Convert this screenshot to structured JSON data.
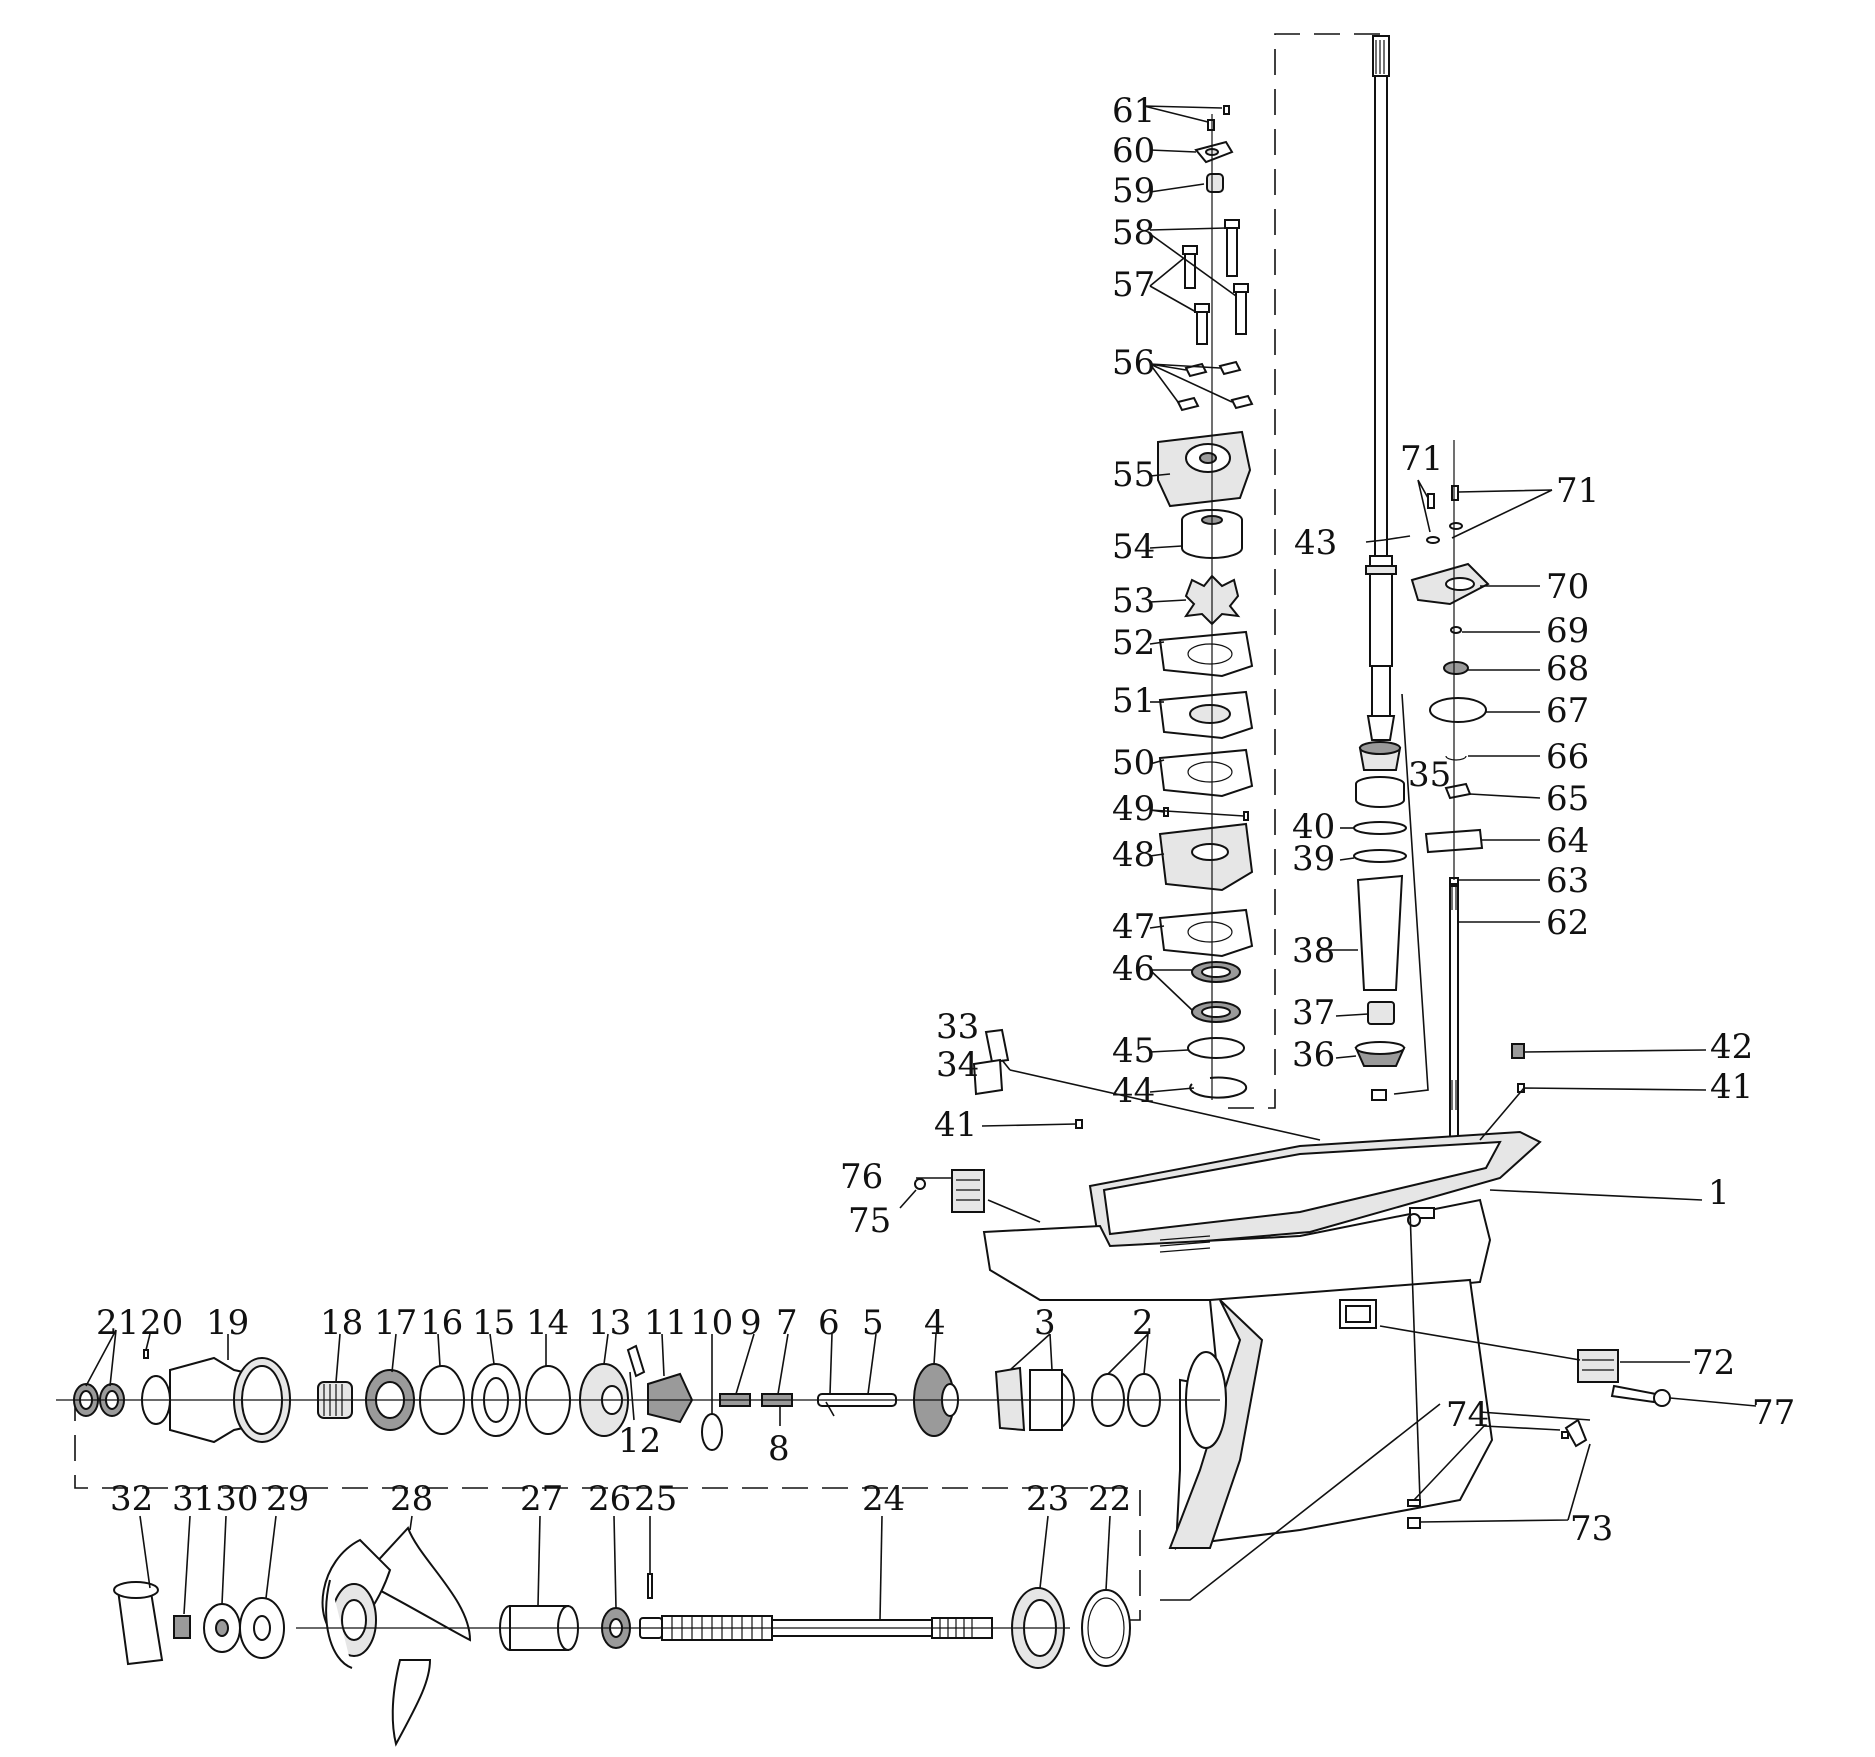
{
  "diagram": {
    "type": "exploded-parts-diagram",
    "callouts": [
      {
        "id": "c1",
        "text": "1"
      },
      {
        "id": "c2",
        "text": "2"
      },
      {
        "id": "c3",
        "text": "3"
      },
      {
        "id": "c4",
        "text": "4"
      },
      {
        "id": "c5",
        "text": "5"
      },
      {
        "id": "c6",
        "text": "6"
      },
      {
        "id": "c7",
        "text": "7"
      },
      {
        "id": "c8",
        "text": "8"
      },
      {
        "id": "c9",
        "text": "9"
      },
      {
        "id": "c10",
        "text": "10"
      },
      {
        "id": "c11",
        "text": "11"
      },
      {
        "id": "c12",
        "text": "12"
      },
      {
        "id": "c13",
        "text": "13"
      },
      {
        "id": "c14",
        "text": "14"
      },
      {
        "id": "c15",
        "text": "15"
      },
      {
        "id": "c16",
        "text": "16"
      },
      {
        "id": "c17",
        "text": "17"
      },
      {
        "id": "c18",
        "text": "18"
      },
      {
        "id": "c19",
        "text": "19"
      },
      {
        "id": "c20",
        "text": "20"
      },
      {
        "id": "c21",
        "text": "21"
      },
      {
        "id": "c22",
        "text": "22"
      },
      {
        "id": "c23",
        "text": "23"
      },
      {
        "id": "c24",
        "text": "24"
      },
      {
        "id": "c25",
        "text": "25"
      },
      {
        "id": "c26",
        "text": "26"
      },
      {
        "id": "c27",
        "text": "27"
      },
      {
        "id": "c28",
        "text": "28"
      },
      {
        "id": "c29",
        "text": "29"
      },
      {
        "id": "c3130",
        "text": "3130"
      },
      {
        "id": "c32",
        "text": "32"
      },
      {
        "id": "c33",
        "text": "33"
      },
      {
        "id": "c34",
        "text": "34"
      },
      {
        "id": "c35",
        "text": "35"
      },
      {
        "id": "c36",
        "text": "36"
      },
      {
        "id": "c37",
        "text": "37"
      },
      {
        "id": "c38",
        "text": "38"
      },
      {
        "id": "c39",
        "text": "39"
      },
      {
        "id": "c40",
        "text": "40"
      },
      {
        "id": "c41a",
        "text": "41"
      },
      {
        "id": "c41b",
        "text": "41"
      },
      {
        "id": "c42",
        "text": "42"
      },
      {
        "id": "c43",
        "text": "43"
      },
      {
        "id": "c44",
        "text": "44"
      },
      {
        "id": "c45",
        "text": "45"
      },
      {
        "id": "c46",
        "text": "46"
      },
      {
        "id": "c47",
        "text": "47"
      },
      {
        "id": "c48",
        "text": "48"
      },
      {
        "id": "c49",
        "text": "49"
      },
      {
        "id": "c50",
        "text": "50"
      },
      {
        "id": "c51",
        "text": "51"
      },
      {
        "id": "c52",
        "text": "52"
      },
      {
        "id": "c53",
        "text": "53"
      },
      {
        "id": "c54",
        "text": "54"
      },
      {
        "id": "c55",
        "text": "55"
      },
      {
        "id": "c56",
        "text": "56"
      },
      {
        "id": "c57",
        "text": "57"
      },
      {
        "id": "c58",
        "text": "58"
      },
      {
        "id": "c59",
        "text": "59"
      },
      {
        "id": "c60",
        "text": "60"
      },
      {
        "id": "c61",
        "text": "61"
      },
      {
        "id": "c62",
        "text": "62"
      },
      {
        "id": "c63",
        "text": "63"
      },
      {
        "id": "c64",
        "text": "64"
      },
      {
        "id": "c65",
        "text": "65"
      },
      {
        "id": "c66",
        "text": "66"
      },
      {
        "id": "c67",
        "text": "67"
      },
      {
        "id": "c68",
        "text": "68"
      },
      {
        "id": "c69",
        "text": "69"
      },
      {
        "id": "c70",
        "text": "70"
      },
      {
        "id": "c71a",
        "text": "71"
      },
      {
        "id": "c71b",
        "text": "71"
      },
      {
        "id": "c72",
        "text": "72"
      },
      {
        "id": "c73",
        "text": "73"
      },
      {
        "id": "c74",
        "text": "74"
      },
      {
        "id": "c75",
        "text": "75"
      },
      {
        "id": "c76",
        "text": "76"
      },
      {
        "id": "c77",
        "text": "77"
      }
    ]
  }
}
